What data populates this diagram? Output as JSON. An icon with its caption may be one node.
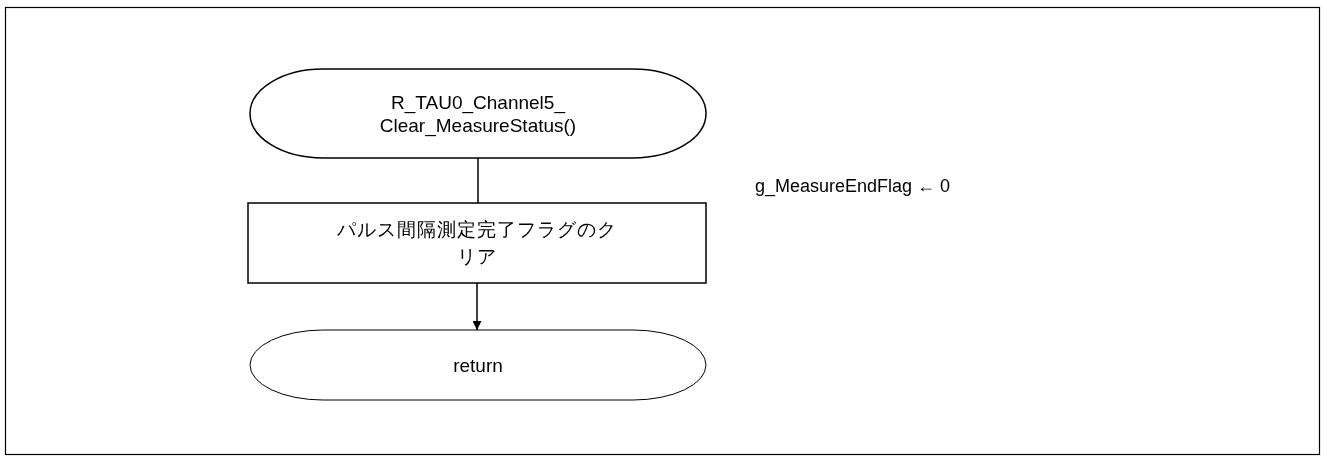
{
  "diagram": {
    "nodes": [
      {
        "text": [
          "R_TAU0_Channel5_ Clear_MeasureStatus()"
        ]
      },
      {
        "text": [
          "パルス間隔測定完了フラグのクリア"
        ],
        "beside": [
          "g_MeasureEndFlag ← 0"
        ]
      },
      {
        "text": [
          "return"
        ]
      }
    ],
    "edges": [
      {
        "from": 0,
        "to": 1,
        "arrow": "none"
      },
      {
        "from": 1,
        "to": 2,
        "arrow": "to"
      }
    ]
  }
}
